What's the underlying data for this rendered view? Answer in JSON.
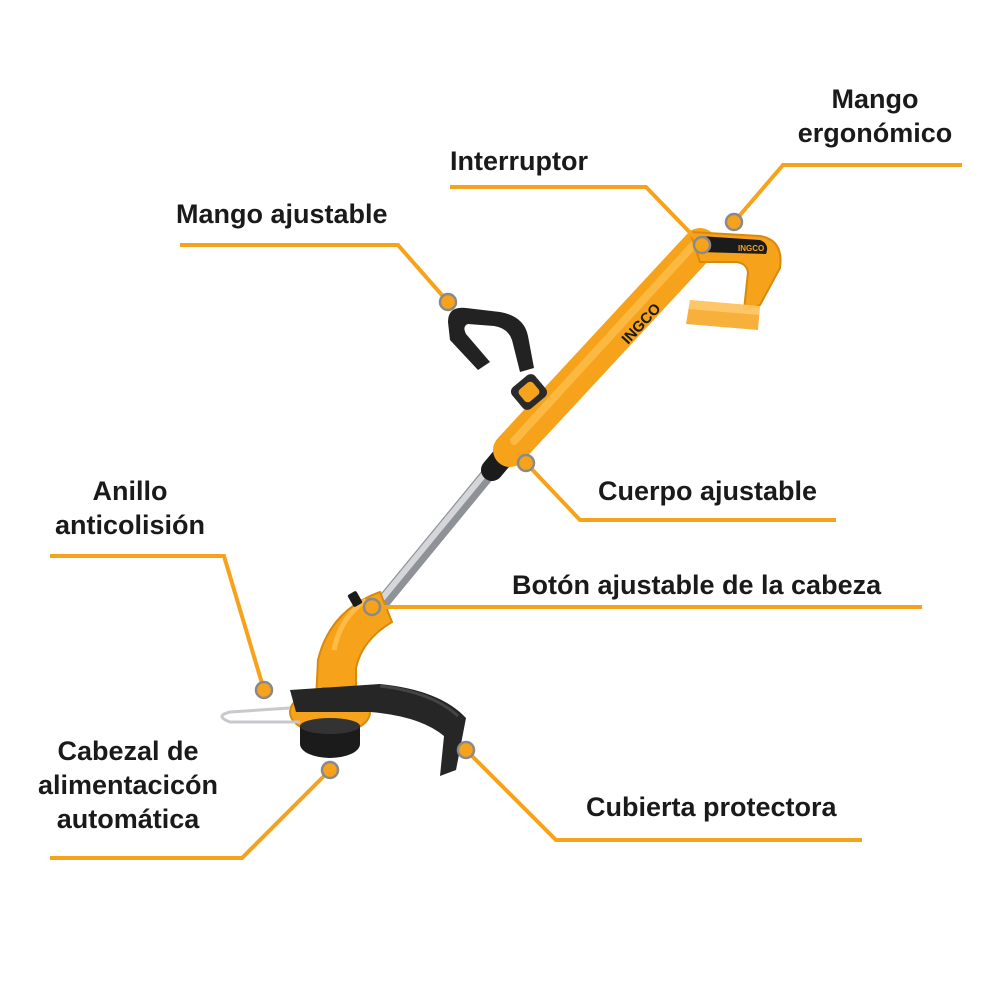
{
  "colors": {
    "accent": "#f7a21b",
    "accent_dark": "#d98a0a",
    "body_black": "#1b1b1b",
    "shaft_steel": "#b9bcc0",
    "label_text": "#1a1a1a"
  },
  "brand": "INGCO",
  "labels": {
    "mango_ergonomico_line1": "Mango",
    "mango_ergonomico_line2": "ergonómico",
    "interruptor": "Interruptor",
    "mango_ajustable": "Mango ajustable",
    "cuerpo_ajustable": "Cuerpo ajustable",
    "anillo_line1": "Anillo",
    "anillo_line2": "anticolisión",
    "boton_cabeza": "Botón ajustable de la cabeza",
    "cabezal_line1": "Cabezal de",
    "cabezal_line2": "alimentacicón",
    "cabezal_line3": "automática",
    "cubierta": "Cubierta protectora"
  }
}
